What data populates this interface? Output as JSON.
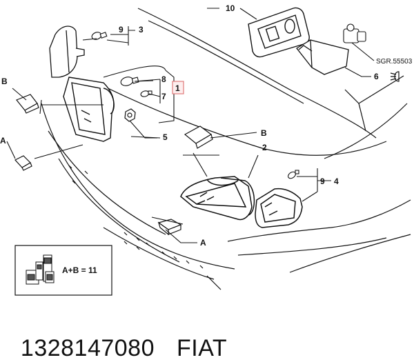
{
  "callouts": {
    "c1": "1",
    "c2": "2",
    "c3": "3",
    "c4": "4",
    "c5": "5",
    "c6": "6",
    "c7": "7",
    "c8": "8",
    "c9a": "9",
    "c9b": "9",
    "c10": "10",
    "cA1": "A",
    "cA2": "A",
    "cB1": "B",
    "cB2": "B"
  },
  "sgr_label": "SGR.55503",
  "legend": {
    "formula": "A+B = 11"
  },
  "footer": {
    "part_number": "1328147080",
    "brand": "FIAT"
  },
  "colors": {
    "callout1_box": "#e07a7a",
    "line": "#111111"
  }
}
